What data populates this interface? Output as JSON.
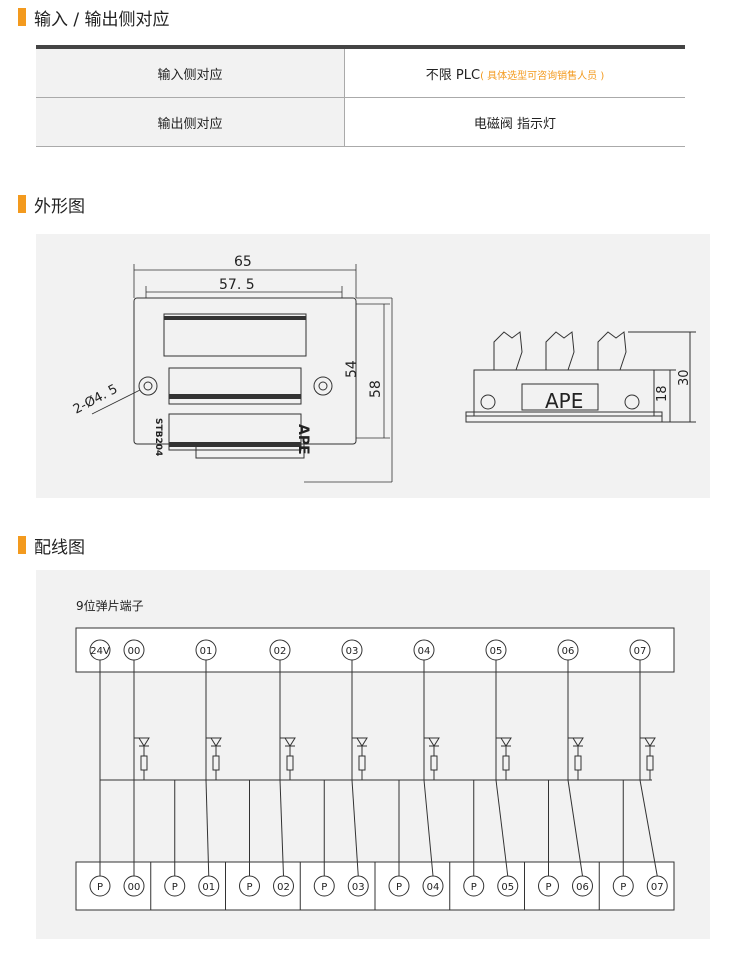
{
  "sections": {
    "io": "输入 / 输出侧对应",
    "outline": "外形图",
    "wiring": "配线图"
  },
  "table": {
    "rows": [
      {
        "label": "输入侧对应",
        "value": "不限 PLC",
        "note": "( 具体选型可咨询销售人员 )"
      },
      {
        "label": "输出侧对应",
        "value": "电磁阀 指示灯",
        "note": ""
      }
    ]
  },
  "outline": {
    "dim_65": "65",
    "dim_57_5": "57. 5",
    "dim_54": "54",
    "dim_58": "58",
    "dim_hole": "2-Ø4. 5",
    "dim_18": "18",
    "dim_30": "30",
    "brand": "APE",
    "model": "STB204"
  },
  "wiring": {
    "title": "9位弹片端子",
    "top_terminals": [
      "24V",
      "00",
      "01",
      "02",
      "03",
      "04",
      "05",
      "06",
      "07"
    ],
    "bottom_terminals": [
      "P",
      "00",
      "P",
      "01",
      "P",
      "02",
      "P",
      "03",
      "P",
      "04",
      "P",
      "05",
      "P",
      "06",
      "P",
      "07"
    ]
  },
  "colors": {
    "accent": "#f39a1e",
    "line": "#333333",
    "panel": "#f2f2f2"
  }
}
